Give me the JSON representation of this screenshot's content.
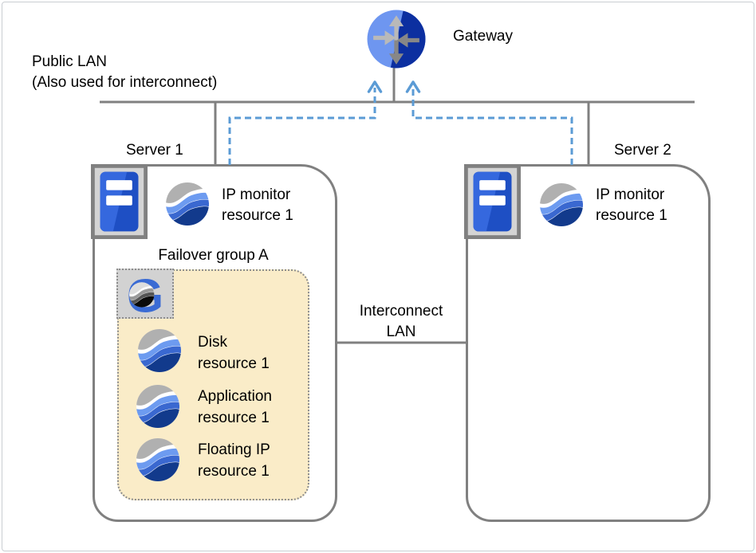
{
  "diagram": {
    "public_lan": {
      "line1": "Public LAN",
      "line2": "(Also used for interconnect)"
    },
    "gateway": {
      "label": "Gateway"
    },
    "interconnect_lan": {
      "line1": "Interconnect",
      "line2": "LAN"
    },
    "server1": {
      "label": "Server 1",
      "ip_monitor": {
        "line1": "IP monitor",
        "line2": "resource 1"
      },
      "failover_group": {
        "label": "Failover group A",
        "resources": [
          {
            "line1": "Disk",
            "line2": "resource 1"
          },
          {
            "line1": "Application",
            "line2": "resource 1"
          },
          {
            "line1": "Floating IP",
            "line2": "resource 1"
          }
        ]
      }
    },
    "server2": {
      "label": "Server 2",
      "ip_monitor": {
        "line1": "IP monitor",
        "line2": "resource 1"
      }
    },
    "colors": {
      "line_gray": "#808080",
      "dashed_arrow_blue": "#5b9bd5",
      "failover_bg": "#faecc8",
      "gateway_light_blue": "#6e96f0",
      "gateway_dark_blue": "#0c2fa0",
      "resource_light_blue": "#6d9bf0",
      "resource_mid_blue": "#3a68d0",
      "resource_navy": "#123a8c",
      "server_tower_blue": "#1e4fc4",
      "group_g_blue": "#3a6bd4"
    },
    "icons": [
      "gateway-router-icon",
      "server-icon",
      "resource-globe-icon",
      "failover-group-g-icon",
      "arrow-up-icon"
    ]
  }
}
